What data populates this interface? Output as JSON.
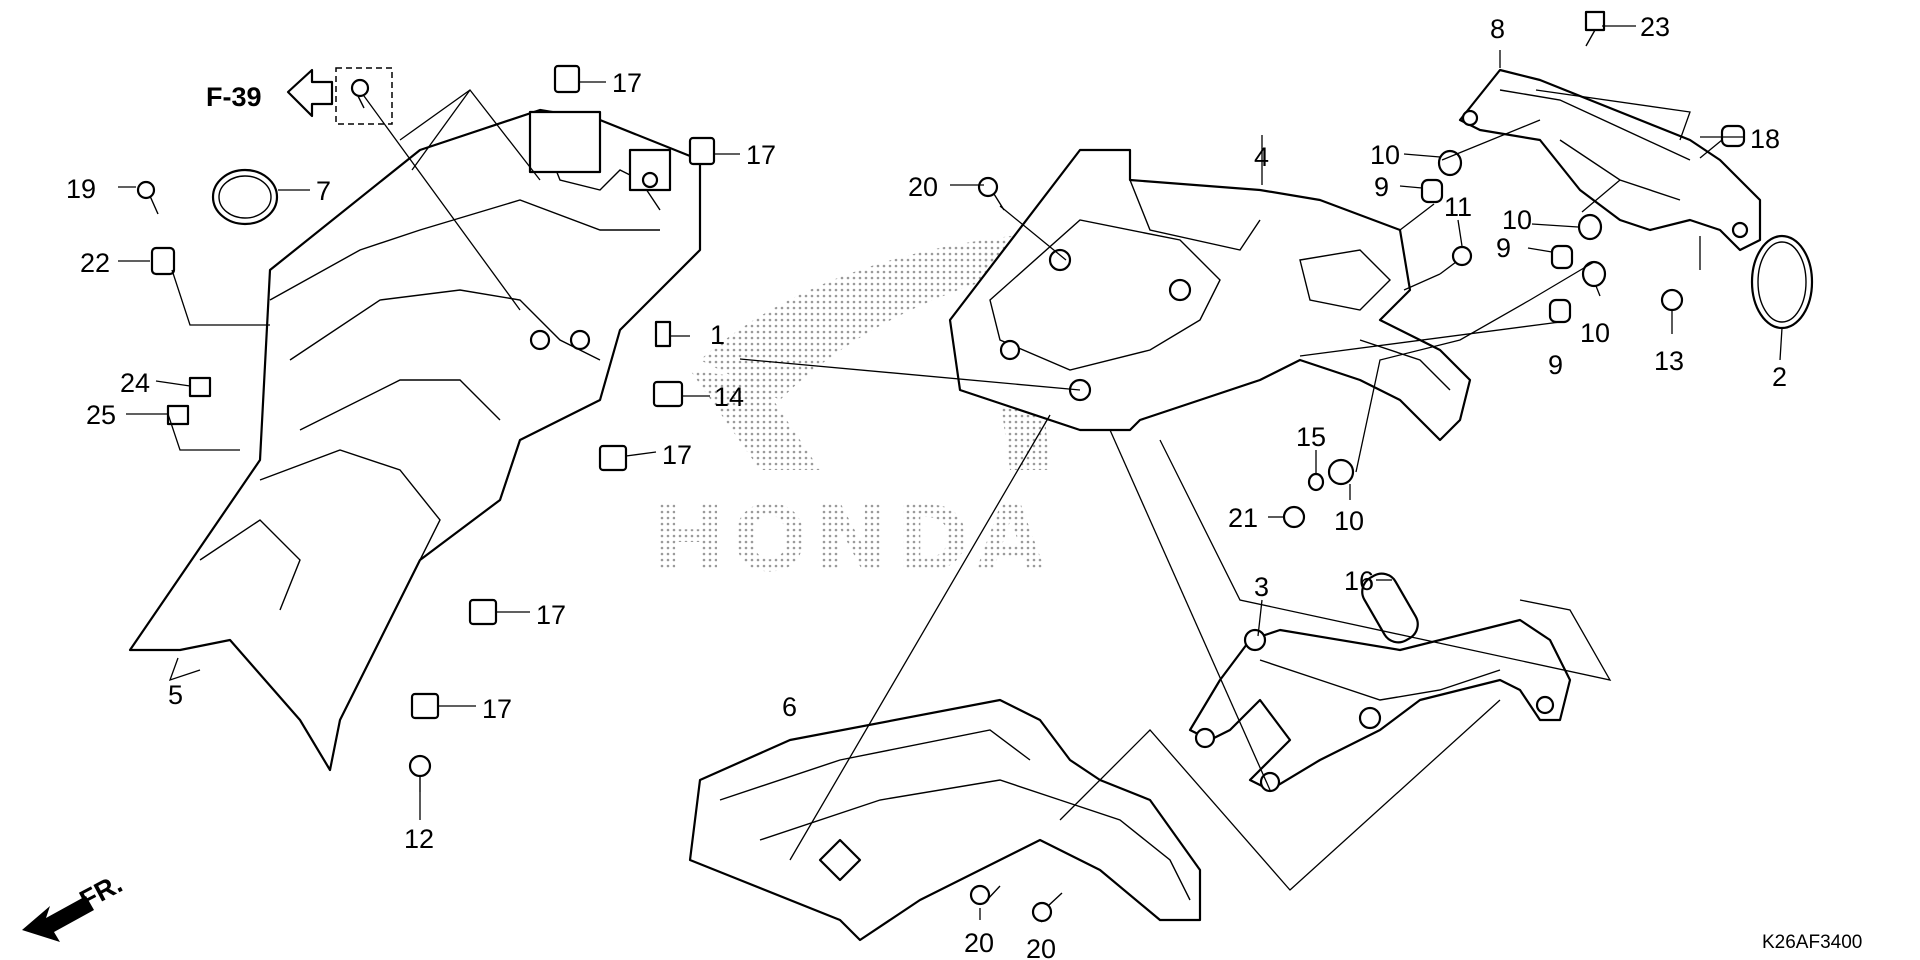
{
  "diagram_code": "K26AF3400",
  "watermark_text": "HONDA",
  "reference_label": "F-39",
  "front_label": "FR.",
  "callouts": [
    "1",
    "2",
    "3",
    "4",
    "5",
    "6",
    "7",
    "8",
    "9",
    "10",
    "11",
    "12",
    "13",
    "14",
    "15",
    "16",
    "17",
    "18",
    "19",
    "20",
    "21",
    "22",
    "23",
    "24",
    "25"
  ],
  "colors": {
    "ink": "#000000",
    "paper": "#ffffff",
    "watermark": "#9a9a9a"
  }
}
